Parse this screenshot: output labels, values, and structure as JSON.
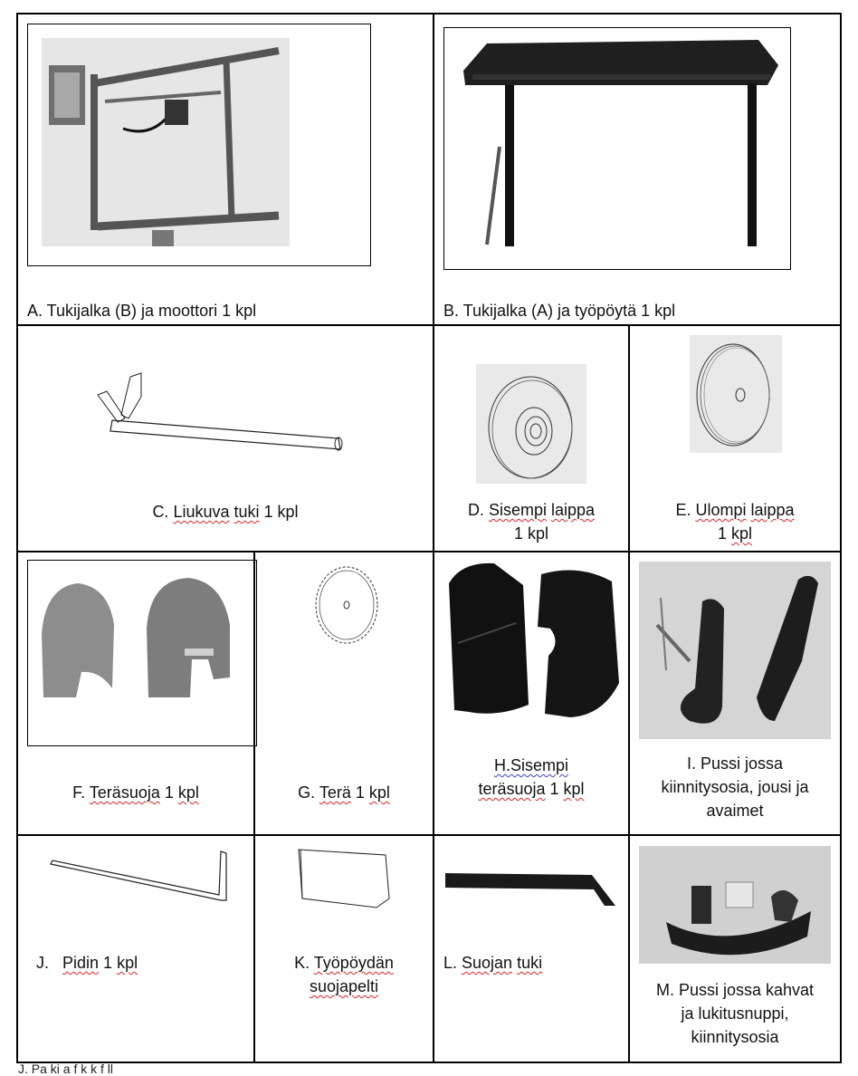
{
  "parts": {
    "a": {
      "prefix": "A. Tukijalka (B) ja moottori 1 kpl"
    },
    "b": {
      "prefix": "B. Tukijalka (A) ja työpöytä 1 kpl"
    },
    "c": {
      "prefix": "C. ",
      "w1": "Liukuva",
      "sp": " ",
      "w2": "tuki",
      "suffix": " 1 kpl"
    },
    "d": {
      "prefix": "D. ",
      "w1": "Sisempi",
      "sp": " ",
      "w2": "laippa",
      "line2": "1 kpl"
    },
    "e": {
      "prefix": "E. ",
      "w1": "Ulompi",
      "sp": " ",
      "w2": "laippa",
      "line2a": "1 ",
      "line2b": "kpl"
    },
    "f": {
      "prefix": "F. ",
      "w1": "Teräsuoja",
      "mid": " 1 ",
      "w2": "kpl"
    },
    "g": {
      "prefix": "G. ",
      "w1": "Terä",
      "mid": " 1 ",
      "w2": "kpl"
    },
    "h": {
      "w1": "H.Sisempi",
      "w2": "teräsuoja",
      "mid": " 1 ",
      "w3": "kpl"
    },
    "i": {
      "line1": "I. Pussi jossa",
      "line2": "kiinnitysosia, jousi ja",
      "line3": "avaimet"
    },
    "j": {
      "prefix": "J.   ",
      "w1": "Pidin",
      "sp": " 1 ",
      "w2": "kpl"
    },
    "k": {
      "prefix": "K. ",
      "w1": "Työpöydän",
      "w2": "suojapelti"
    },
    "l": {
      "prefix": "L. ",
      "w1": "Suojan",
      "sp": " ",
      "w2": "tuki"
    },
    "m": {
      "line1": "M. Pussi jossa kahvat",
      "line2": "ja lukitusnuppi,",
      "line3": "kiinnitysosia"
    }
  },
  "footer_partial": "J. Pa   ki  a  f  k   k    f   ll"
}
